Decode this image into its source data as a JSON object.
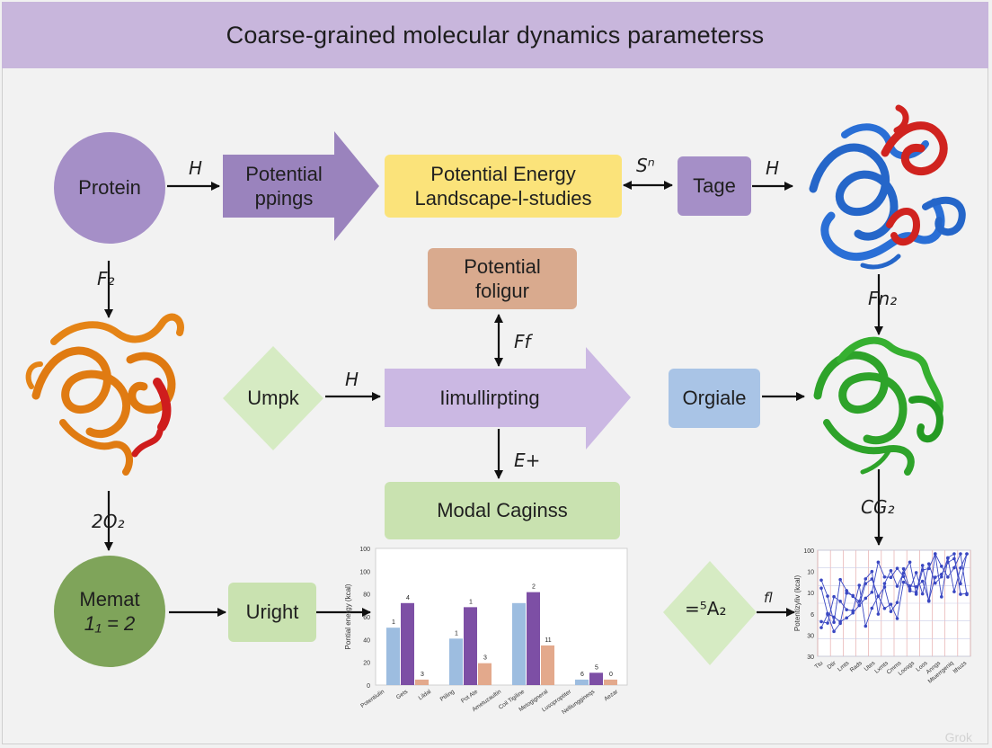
{
  "title": "Coarse-grained molecular dynamics parameterss",
  "nodes": {
    "protein": "Protein",
    "potential_ppings": "Potential\nppings",
    "energy_landscape": "Potential Energy\nLandscape-l-studies",
    "tage": "Tage",
    "potential_foligur": "Potential\nfoligur",
    "umpk": "Umpk",
    "imullirpting": "Iimullirpting",
    "orgiale": "Orgiale",
    "modal_caginss": "Modal Caginss",
    "memat_line1": "Memat",
    "memat_line2": "1₁ = 2",
    "uright": "Uright"
  },
  "edge_labels": {
    "protein_to_ppings": "H",
    "landscape_tage": "Sⁿ",
    "tage_to_structure": "H",
    "protein_down": "F₂",
    "structure_down": "Fn₂",
    "foligur_link": "Ff",
    "umpk_to_sim": "H",
    "sim_down": "E+",
    "orange_down": "2O₂",
    "green_down": "CG₂",
    "diamond2": "=⁵A₂",
    "diamond2_arrow": "fl"
  },
  "colors": {
    "purple": "#a58fc7",
    "arrow_purple": "#9a83bd",
    "yellow": "#fbe37a",
    "tan": "#d9aa8e",
    "light_purple": "#cbb8e3",
    "blue": "#a9c4e6",
    "light_green": "#c9e2b0",
    "diamond_green": "#d6ebc3",
    "dark_green": "#7fa45a",
    "bar_blue": "#9dbde0",
    "bar_purple": "#7d4fa5",
    "bar_orange": "#e3a98c",
    "line_blue": "#3a47c2"
  },
  "chart_data": [
    {
      "type": "bar",
      "ylabel": "Pontial energy (kcal)",
      "ylim": [
        0,
        100
      ],
      "y_ticks": [
        "0",
        "20",
        "40",
        "60",
        "80",
        "100",
        "100"
      ],
      "categories": [
        "Potentiulin",
        "Gets",
        "Lildal",
        "Ptiling",
        "Pot Ate",
        "Ametuzaultin",
        "Coil Tigiline",
        "Metogigneral",
        "Lusoproptiter",
        "Nelliunggineqs",
        "Aezar"
      ],
      "groups": [
        {
          "values": [
            42,
            60,
            4
          ],
          "labels": [
            "1",
            "4",
            "3"
          ]
        },
        {
          "values": [
            34,
            57,
            16
          ],
          "labels": [
            "1",
            "1",
            "3"
          ]
        },
        {
          "values": [
            60,
            68,
            29
          ],
          "labels": [
            "",
            "2",
            "11"
          ]
        },
        {
          "values": [
            4,
            9,
            4
          ],
          "labels": [
            "6",
            "5",
            "0"
          ]
        }
      ]
    },
    {
      "type": "line",
      "ylabel": "Potentizyliv (kcal)",
      "y_ticks": [
        "100",
        "10",
        "10",
        "6",
        "30",
        "30"
      ],
      "x_ticks": [
        "Ttu",
        "Dtir",
        "Lmts",
        "Rads",
        "Utes",
        "Lxmts",
        "Cmms",
        "Loosgs",
        "Loos",
        "Anngs",
        "Mtuerrgeniq",
        "Ithuzs"
      ]
    }
  ],
  "watermark": "Grok"
}
